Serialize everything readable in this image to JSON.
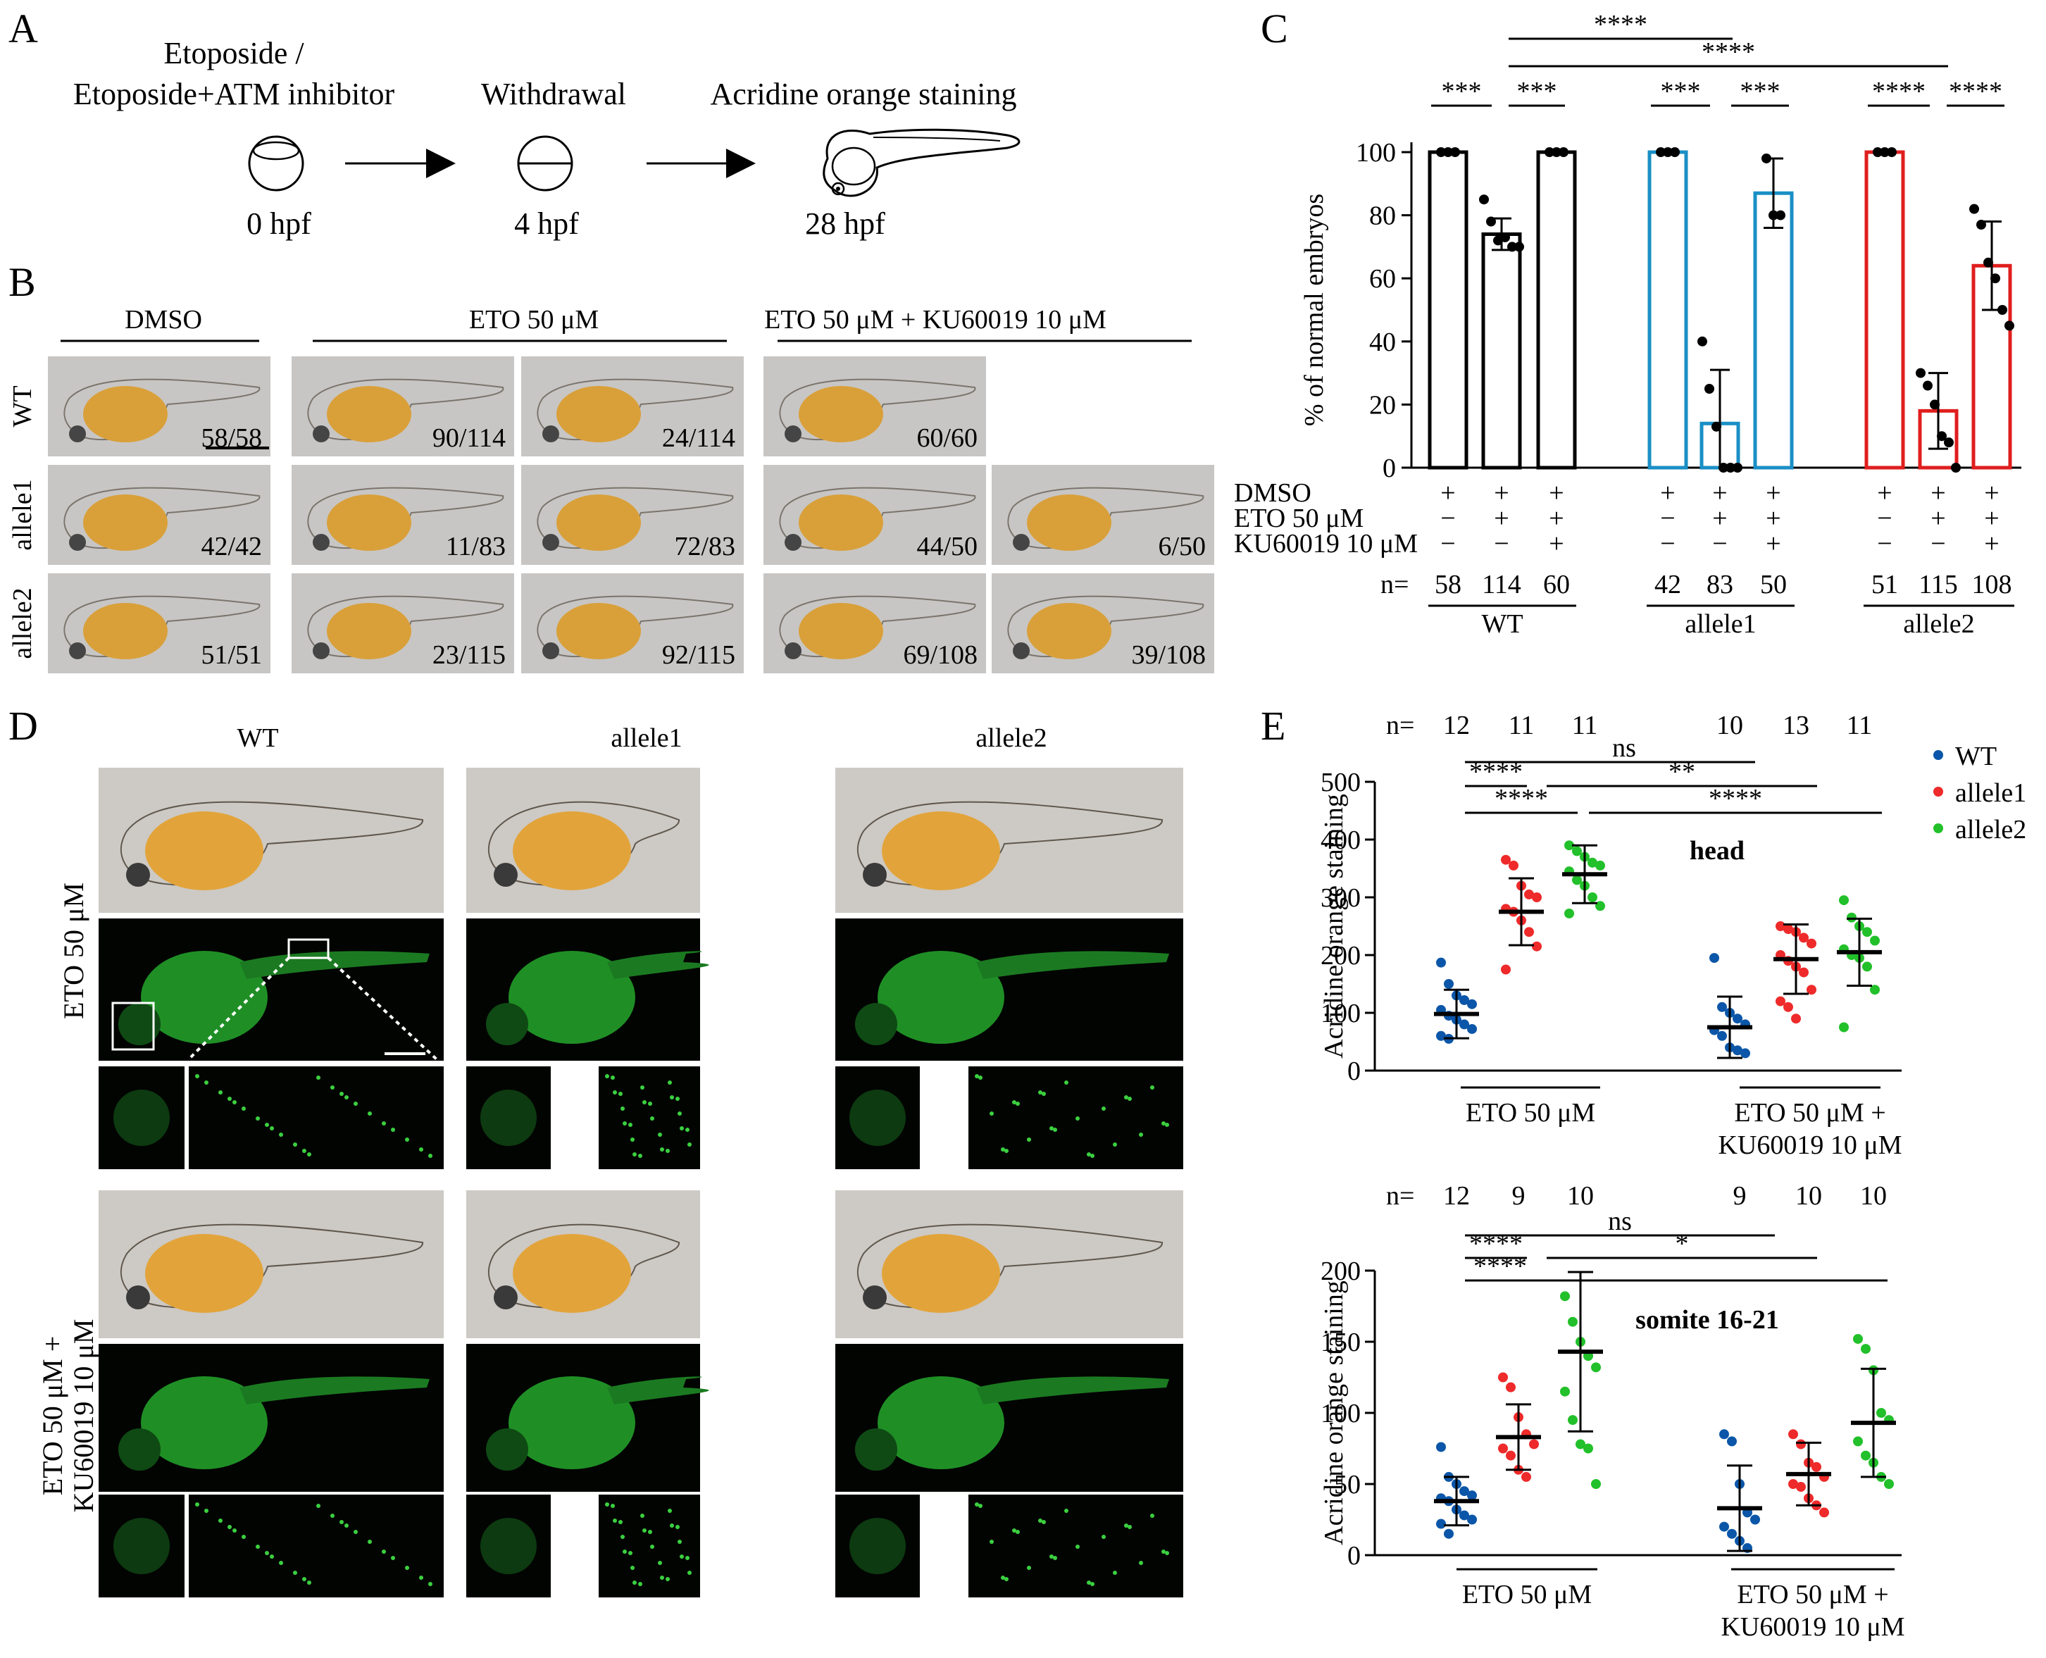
{
  "panels": {
    "A": "A",
    "B": "B",
    "C": "C",
    "D": "D",
    "E": "E"
  },
  "panel_a": {
    "treatment_line1": "Etoposide /",
    "treatment_line2": "Etoposide+ATM inhibitor",
    "withdrawal": "Withdrawal",
    "staining": "Acridine orange staining",
    "t0": "0 hpf",
    "t1": "4 hpf",
    "t2": "28 hpf"
  },
  "panel_b": {
    "headers": [
      "DMSO",
      "ETO 50 μM",
      "ETO 50 μM + KU60019 10 μM"
    ],
    "rows": [
      {
        "label": "WT",
        "counts": [
          "58/58",
          "90/114",
          "24/114",
          "60/60",
          ""
        ]
      },
      {
        "label": "allele1",
        "counts": [
          "42/42",
          "11/83",
          "72/83",
          "44/50",
          "6/50"
        ]
      },
      {
        "label": "allele2",
        "counts": [
          "51/51",
          "23/115",
          "92/115",
          "69/108",
          "39/108"
        ]
      }
    ]
  },
  "panel_c": {
    "treat_labels": [
      "DMSO",
      "ETO 50 μM",
      "KU60019 10 μM"
    ],
    "n_label": "n=",
    "n_values": [
      "58",
      "114",
      "60",
      "42",
      "83",
      "50",
      "51",
      "115",
      "108"
    ],
    "groups": [
      "WT",
      "allele1",
      "allele2"
    ],
    "signs": [
      [
        "+",
        "+",
        "+",
        "+",
        "+",
        "+",
        "+",
        "+",
        "+"
      ],
      [
        "−",
        "+",
        "+",
        "−",
        "+",
        "+",
        "−",
        "+",
        "+"
      ],
      [
        "−",
        "−",
        "+",
        "−",
        "−",
        "+",
        "−",
        "−",
        "+"
      ]
    ],
    "sig": [
      "****",
      "****",
      "***",
      "***",
      "***",
      "***",
      "****",
      "****"
    ]
  },
  "panel_d": {
    "cols": [
      "WT",
      "allele1",
      "allele2"
    ],
    "row1": "ETO 50 μM",
    "row2_line1": "ETO 50 μM +",
    "row2_line2": "KU60019 10 μM"
  },
  "panel_e": {
    "legend": [
      "WT",
      "allele1",
      "allele2"
    ],
    "head_n": [
      "12",
      "11",
      "11",
      "10",
      "13",
      "11"
    ],
    "somite_n": [
      "12",
      "9",
      "10",
      "9",
      "10",
      "10"
    ],
    "head_sig": [
      "ns",
      "****",
      "**",
      "****",
      "****"
    ],
    "somite_sig": [
      "ns",
      "****",
      "*",
      "****"
    ],
    "group_left": "ETO 50 μM",
    "group_right_line1": "ETO 50 μM +",
    "group_right_line2": "KU60019 10 μM",
    "n_label": "n="
  },
  "chart_data": [
    {
      "type": "bar",
      "panel": "C",
      "ylabel": "% of normal embryos",
      "ylim": [
        0,
        100
      ],
      "yticks": [
        0,
        20,
        40,
        60,
        80,
        100
      ],
      "categories": [
        "WT DMSO",
        "WT ETO",
        "WT ETO+KU",
        "allele1 DMSO",
        "allele1 ETO",
        "allele1 ETO+KU",
        "allele2 DMSO",
        "allele2 ETO",
        "allele2 ETO+KU"
      ],
      "values": [
        100,
        74,
        100,
        100,
        14,
        87,
        100,
        18,
        64
      ],
      "errors": [
        0,
        5,
        0,
        0,
        17,
        11,
        0,
        12,
        14
      ],
      "colors": [
        "#000000",
        "#000000",
        "#000000",
        "#1a8fc5",
        "#1a8fc5",
        "#1a8fc5",
        "#e01e1e",
        "#e01e1e",
        "#e01e1e"
      ],
      "points": [
        [
          100,
          100,
          100
        ],
        [
          85,
          78,
          72,
          73,
          70,
          70
        ],
        [
          100,
          100,
          100
        ],
        [
          100,
          100,
          100
        ],
        [
          40,
          25,
          13,
          0,
          0,
          0
        ],
        [
          98,
          80,
          80
        ],
        [
          100,
          100,
          100
        ],
        [
          30,
          26,
          20,
          10,
          8,
          0
        ],
        [
          82,
          77,
          65,
          60,
          50,
          45
        ]
      ]
    },
    {
      "type": "scatter",
      "panel": "E-top",
      "title": "head",
      "ylabel": "Acridine orange staining",
      "ylim": [
        0,
        500
      ],
      "yticks": [
        0,
        100,
        200,
        300,
        400,
        500
      ],
      "series": [
        {
          "name": "WT",
          "color": "#0b56a8",
          "mean": 98,
          "sd": 42,
          "values": [
            187,
            150,
            130,
            122,
            115,
            105,
            95,
            88,
            80,
            72,
            60,
            55
          ]
        },
        {
          "name": "allele1",
          "color": "#ee2a2a",
          "mean": 275,
          "sd": 58,
          "values": [
            365,
            355,
            320,
            305,
            300,
            280,
            275,
            260,
            240,
            215,
            175
          ]
        },
        {
          "name": "allele2",
          "color": "#22c02a",
          "mean": 340,
          "sd": 50,
          "values": [
            390,
            380,
            370,
            360,
            355,
            345,
            330,
            320,
            300,
            285,
            272
          ]
        },
        {
          "name": "WT",
          "color": "#0b56a8",
          "mean": 75,
          "sd": 53,
          "values": [
            195,
            110,
            100,
            90,
            80,
            70,
            60,
            40,
            35,
            30
          ]
        },
        {
          "name": "allele1",
          "color": "#ee2a2a",
          "mean": 193,
          "sd": 60,
          "values": [
            250,
            245,
            240,
            230,
            220,
            200,
            190,
            180,
            170,
            140,
            120,
            110,
            90
          ]
        },
        {
          "name": "allele2",
          "color": "#22c02a",
          "mean": 205,
          "sd": 58,
          "values": [
            295,
            265,
            250,
            240,
            225,
            210,
            200,
            195,
            180,
            140,
            75
          ]
        }
      ]
    },
    {
      "type": "scatter",
      "panel": "E-bottom",
      "title": "somite 16-21",
      "ylabel": "Acridine orange staining",
      "ylim": [
        0,
        200
      ],
      "yticks": [
        0,
        50,
        100,
        150,
        200
      ],
      "series": [
        {
          "name": "WT",
          "color": "#0b56a8",
          "mean": 38,
          "sd": 17,
          "values": [
            76,
            55,
            50,
            45,
            42,
            40,
            38,
            32,
            28,
            25,
            22,
            15
          ]
        },
        {
          "name": "allele1",
          "color": "#ee2a2a",
          "mean": 83,
          "sd": 23,
          "values": [
            125,
            118,
            97,
            85,
            78,
            75,
            70,
            60,
            55
          ]
        },
        {
          "name": "allele2",
          "color": "#22c02a",
          "mean": 143,
          "sd": 56,
          "values": [
            182,
            164,
            150,
            140,
            132,
            115,
            95,
            78,
            75,
            50
          ]
        },
        {
          "name": "WT",
          "color": "#0b56a8",
          "mean": 33,
          "sd": 30,
          "values": [
            85,
            80,
            50,
            30,
            25,
            20,
            15,
            10,
            5
          ]
        },
        {
          "name": "allele1",
          "color": "#ee2a2a",
          "mean": 57,
          "sd": 22,
          "values": [
            85,
            78,
            65,
            62,
            55,
            50,
            48,
            40,
            35,
            30
          ]
        },
        {
          "name": "allele2",
          "color": "#22c02a",
          "mean": 93,
          "sd": 38,
          "values": [
            152,
            145,
            130,
            100,
            95,
            80,
            70,
            65,
            55,
            50
          ]
        }
      ]
    }
  ]
}
